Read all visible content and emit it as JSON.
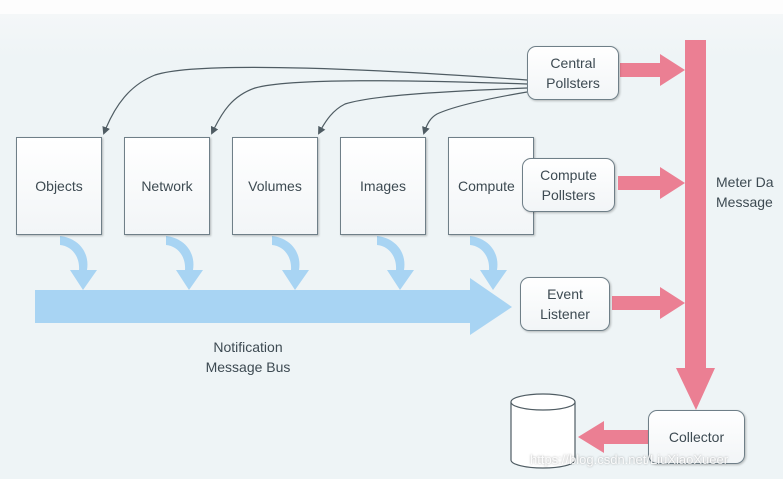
{
  "diagram": {
    "sources": [
      {
        "id": "objects",
        "label": "Objects"
      },
      {
        "id": "network",
        "label": "Network"
      },
      {
        "id": "volumes",
        "label": "Volumes"
      },
      {
        "id": "images",
        "label": "Images"
      },
      {
        "id": "compute",
        "label": "Compute"
      }
    ],
    "central_pollsters": "Central\nPollsters",
    "compute_pollsters": "Compute\nPollsters",
    "event_listener": "Event\nListener",
    "collector": "Collector",
    "notification_bus": "Notification\nMessage Bus",
    "meter_bus": "Meter Da\nMessage",
    "watermark": "https://blog.csdn.net/LiuXiaoXueer",
    "colors": {
      "notification_arrow": "#a8d4f3",
      "meter_arrow": "#eb7f93",
      "box_border": "#6f7f88",
      "text": "#3d4a52",
      "curve": "#4f5c63"
    }
  }
}
